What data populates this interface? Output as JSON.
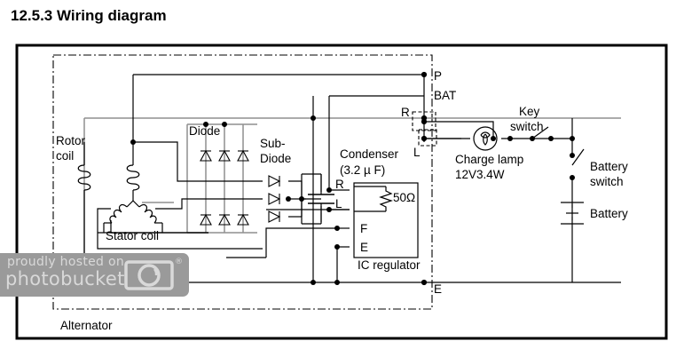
{
  "page": {
    "title": "12.5.3 Wiring diagram"
  },
  "diagram": {
    "name": "alternator-charging-circuit",
    "boundary_label": "Alternator",
    "colors": {
      "wire": "#000000",
      "wire_gray": "#808080",
      "border": "#000000",
      "background": "#ffffff",
      "watermark_bg": "#9a9a9a",
      "watermark_text": "#d9d9d9"
    },
    "labels": {
      "rotor_coil_line1": "Rotor",
      "rotor_coil_line2": "coil",
      "stator_coil": "Stator coil",
      "diode": "Diode",
      "sub_diode_line1": "Sub-",
      "sub_diode_line2": "Diode",
      "condenser_line1": "Condenser",
      "condenser_line2": "(3.2 µ F)",
      "ic_regulator": "IC regulator",
      "resistor": "50Ω",
      "charge_lamp_line1": "Charge lamp",
      "charge_lamp_line2": "12V3.4W",
      "key_switch_line1": "Key",
      "key_switch_line2": "switch",
      "battery_switch_line1": "Battery",
      "battery_switch_line2": "switch",
      "battery": "Battery",
      "alternator": "Alternator"
    },
    "terminals": {
      "p": "P",
      "bat": "BAT",
      "r_connector": "R",
      "l_connector": "L",
      "reg_r": "R",
      "reg_l": "L",
      "reg_f": "F",
      "reg_e": "E",
      "e_ground": "E"
    },
    "components": [
      {
        "id": "rotor-coil",
        "type": "inductor",
        "label": "Rotor coil"
      },
      {
        "id": "stator-coil",
        "type": "three-phase-wye-inductor",
        "label": "Stator coil"
      },
      {
        "id": "diode-bridge",
        "type": "six-diode-bridge",
        "label": "Diode",
        "count": 6
      },
      {
        "id": "sub-diode",
        "type": "diode-group",
        "label": "Sub-Diode",
        "count": 3
      },
      {
        "id": "condenser",
        "type": "capacitor",
        "label": "Condenser",
        "value": "3.2 µ F"
      },
      {
        "id": "ic-regulator",
        "type": "ic-block",
        "label": "IC regulator",
        "terminals": [
          "R",
          "L",
          "F",
          "E"
        ]
      },
      {
        "id": "regulator-resistor",
        "type": "resistor",
        "value": "50Ω"
      },
      {
        "id": "charge-lamp",
        "type": "lamp",
        "label": "Charge lamp",
        "rating": "12V3.4W"
      },
      {
        "id": "key-switch",
        "type": "spst-switch",
        "label": "Key switch"
      },
      {
        "id": "battery-switch",
        "type": "spst-switch",
        "label": "Battery switch"
      },
      {
        "id": "battery",
        "type": "battery-cell",
        "label": "Battery"
      }
    ]
  },
  "watermark": {
    "line1": "proudly hosted on",
    "line2": "photobucket",
    "registered_mark": "®",
    "icon": "camera-icon"
  }
}
